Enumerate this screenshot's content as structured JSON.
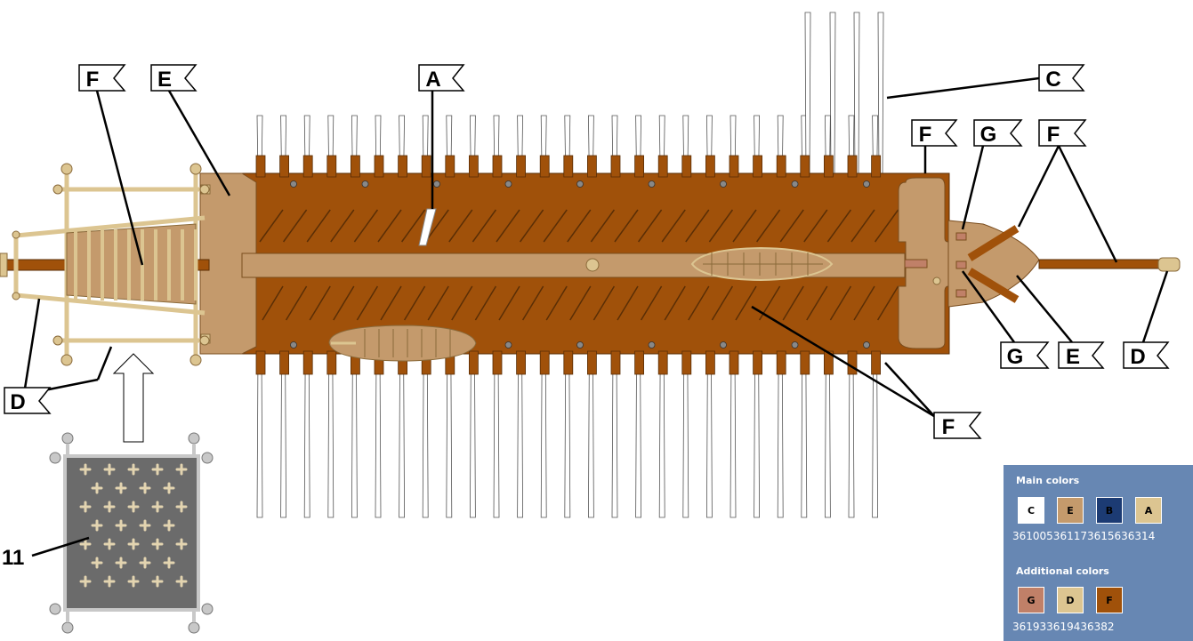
{
  "labels": {
    "flag_a": "A",
    "flag_c": "C",
    "flag_d_left": "D",
    "flag_d_right": "D",
    "flag_e_left": "E",
    "flag_e_right": "E",
    "flag_f_left": "F",
    "flag_f_upper": "F",
    "flag_f_right": "F",
    "flag_f_lower": "F",
    "flag_g_upper": "G",
    "flag_g_lower": "G",
    "number_11": "11"
  },
  "legend": {
    "main_title": "Main colors",
    "main_swatches": [
      {
        "letter": "C",
        "color": "#ffffff"
      },
      {
        "letter": "E",
        "color": "#c49a6c"
      },
      {
        "letter": "B",
        "color": "#1c3b73"
      },
      {
        "letter": "A",
        "color": "#dcc591"
      }
    ],
    "main_codes": "361005361173615636314",
    "additional_title": "Additional colors",
    "additional_swatches": [
      {
        "letter": "G",
        "color": "#c08068"
      },
      {
        "letter": "D",
        "color": "#dcc591"
      },
      {
        "letter": "F",
        "color": "#a0510a"
      }
    ],
    "additional_codes": "361933619436382"
  },
  "colors": {
    "hull": "#a0510a",
    "deck": "#c49a6c",
    "tan": "#dcc591",
    "sail": "#6b6b6b",
    "legend_bg": "#6787b3"
  }
}
